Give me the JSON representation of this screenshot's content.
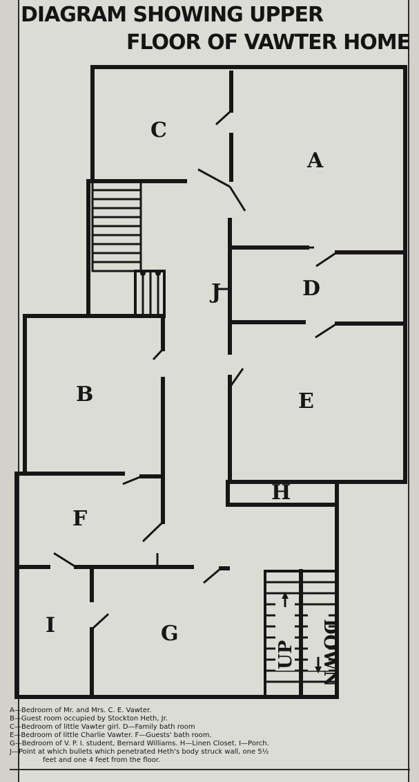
{
  "title": {
    "line1": "DIAGRAM SHOWING UPPER",
    "line2": "FLOOR OF VAWTER HOME"
  },
  "rooms": {
    "a": "A",
    "b": "B",
    "c": "C",
    "d": "D",
    "e": "E",
    "f": "F",
    "g": "G",
    "h": "H",
    "i": "I",
    "j": "J"
  },
  "stairs_labels": {
    "up": "UP",
    "down": "DOWN"
  },
  "legend": [
    "A—Bedroom of Mr. and Mrs. C. E. Vawter.",
    "B—Guest room occupied by Stockton Heth, Jr.",
    "C—Bedroom of little Vawter girl. D—Family bath room",
    "E—Bedroom of little Charlie Vawter. F—Guests' bath room.",
    "G—Bedroom of V. P. I. student, Bernard Williams. H—Linen Closet. I—Porch.",
    "J—Point at which bullets which penetrated Heth's body struck wall, one 5½",
    "feet and one 4 feet from the floor."
  ]
}
